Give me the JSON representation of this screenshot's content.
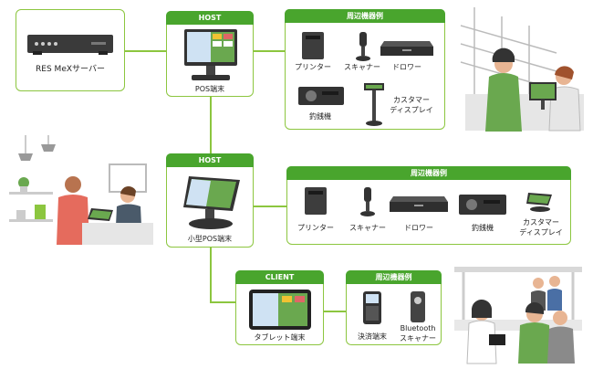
{
  "colors": {
    "accent": "#49a52d",
    "border": "#8cc63f"
  },
  "server": {
    "label": "RES MeXサーバー",
    "icon": "server-icon"
  },
  "host1": {
    "header": "HOST",
    "label": "POS端末",
    "icon": "pos-terminal-icon"
  },
  "periph1": {
    "header": "周辺機器例",
    "items": [
      {
        "label": "プリンター",
        "icon": "printer-icon"
      },
      {
        "label": "スキャナー",
        "icon": "scanner-icon"
      },
      {
        "label": "ドロワー",
        "icon": "cash-drawer-icon"
      },
      {
        "label": "釣銭機",
        "icon": "change-machine-icon"
      },
      {
        "label": "カスタマー",
        "label2": "ディスプレイ",
        "icon": "customer-display-icon"
      }
    ]
  },
  "host2": {
    "header": "HOST",
    "label": "小型POS端末",
    "icon": "compact-pos-icon"
  },
  "periph2": {
    "header": "周辺機器例",
    "items": [
      {
        "label": "プリンター",
        "icon": "printer-icon"
      },
      {
        "label": "スキャナー",
        "icon": "scanner-icon"
      },
      {
        "label": "ドロワー",
        "icon": "cash-drawer-icon"
      },
      {
        "label": "釣銭機",
        "icon": "change-machine-icon"
      },
      {
        "label": "カスタマー",
        "label2": "ディスプレイ",
        "icon": "customer-display-icon"
      }
    ]
  },
  "client": {
    "header": "CLIENT",
    "label": "タブレット端末",
    "icon": "tablet-icon"
  },
  "periph3": {
    "header": "周辺機器例",
    "items": [
      {
        "label": "決済端末",
        "icon": "payment-terminal-icon"
      },
      {
        "label": "Bluetooth",
        "label2": "スキャナー",
        "icon": "bluetooth-scanner-icon"
      }
    ]
  }
}
